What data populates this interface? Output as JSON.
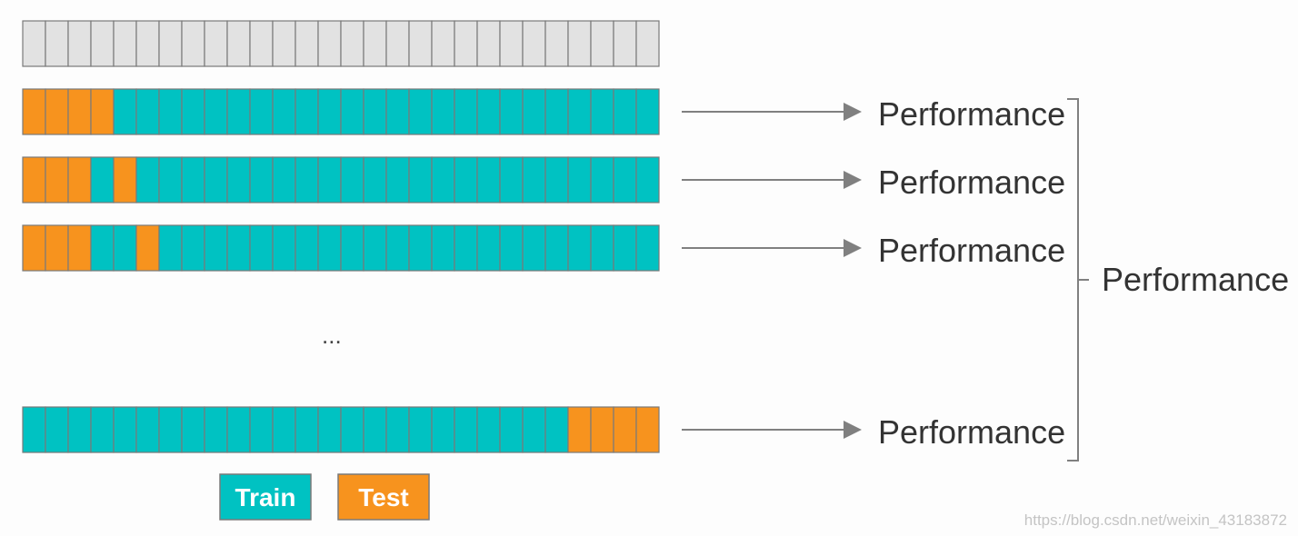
{
  "colors": {
    "train": "#00C2C2",
    "test": "#F7931E",
    "unassigned": "#E2E2E2",
    "cell_border": "#7a7a7a",
    "arrow": "#808080"
  },
  "grid": {
    "cells_per_row": 28,
    "rows": [
      {
        "type": "full",
        "test_cells": []
      },
      {
        "type": "fold",
        "test_cells": [
          0,
          1,
          2,
          3
        ]
      },
      {
        "type": "fold",
        "test_cells": [
          0,
          1,
          2,
          4
        ]
      },
      {
        "type": "fold",
        "test_cells": [
          0,
          1,
          2,
          5
        ]
      },
      {
        "type": "fold",
        "test_cells": [
          24,
          25,
          26,
          27
        ]
      }
    ]
  },
  "ellipsis": "...",
  "fold_outputs": [
    "Performance",
    "Performance",
    "Performance",
    "Performance"
  ],
  "aggregate_output": "Performance",
  "legend": {
    "train": "Train",
    "test": "Test"
  },
  "watermark": "https://blog.csdn.net/weixin_43183872"
}
